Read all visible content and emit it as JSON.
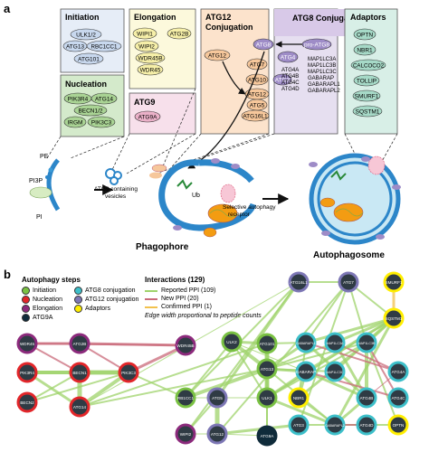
{
  "panel_a": {
    "letter": "a",
    "boxes": {
      "initiation": {
        "title": "Initiation",
        "items": [
          "ULK1/2",
          "ATG13",
          "RBC1CC1",
          "ATG101"
        ],
        "color": "#dfe8f4"
      },
      "nucleation": {
        "title": "Nucleation",
        "items": [
          "PIK3R4",
          "ATG14",
          "BECN1/2",
          "IRGM",
          "PIK3C3"
        ],
        "color": "#cfe6c4"
      },
      "elongation": {
        "title": "Elongation",
        "items": [
          "WIPI1",
          "ATG2B",
          "WIPI2",
          "WDR45B",
          "WDR45"
        ],
        "color": "#fbf7d6"
      },
      "atg9": {
        "title": "ATG9",
        "items": [
          "ATG9A"
        ],
        "color": "#f6dde8"
      },
      "atg12": {
        "title": "ATG12 Conjugation",
        "items": [
          "ATG12",
          "ATG7",
          "ATG10",
          "ATG12",
          "ATG5",
          "ATG16L1"
        ],
        "color": "#fbe0c6"
      },
      "atg8": {
        "title": "ATG8 Conjugation",
        "items": [
          "ATG8",
          "pro-ATG8",
          "ATG4",
          "ATG3"
        ],
        "atg4_list": [
          "ATG4A",
          "ATG4B",
          "ATG4C",
          "ATG4D"
        ],
        "lc3_list": [
          "MAP1LC3A",
          "MAP1LC3B",
          "MAP1LC3C",
          "GABARAP",
          "GABARAPL1",
          "GABARAPL2"
        ],
        "color": "#e5ddef"
      },
      "adaptors": {
        "title": "Adaptors",
        "items": [
          "OPTN",
          "NBR1",
          "CALCOCO2",
          "TOLLIP",
          "SMURF1",
          "SQSTM1"
        ],
        "color": "#d6eee6"
      }
    },
    "labels": {
      "pe": "PE",
      "pi3p": "PI3P",
      "pi": "PI",
      "vesicles": "ATG9 containing vesicles",
      "ub": "Ub",
      "receptor": "Selective autophagy receptor",
      "phagophore": "Phagophore",
      "autophagosome": "Autophagosome"
    }
  },
  "panel_b": {
    "letter": "b",
    "legend": {
      "steps_title": "Autophagy steps",
      "steps": [
        {
          "label": "Initiation",
          "color": "#7ac143"
        },
        {
          "label": "Nucleation",
          "color": "#e2262a"
        },
        {
          "label": "Elongation",
          "color": "#8c2a7c"
        },
        {
          "label": "ATG9A",
          "color": "#0f2b3a"
        },
        {
          "label": "ATG8 conjugation",
          "color": "#3dbfc9"
        },
        {
          "label": "ATG12 conjugation",
          "color": "#7d77b5"
        },
        {
          "label": "Adaptors",
          "color": "#ffee00"
        }
      ],
      "interactions_title": "Interactions (129)",
      "interactions": [
        {
          "label": "Reported PPI (109)",
          "color": "#9fd36b"
        },
        {
          "label": "New PPI (20)",
          "color": "#c96a7a"
        },
        {
          "label": "Confirmed PPI (1)",
          "color": "#f2c14e"
        }
      ],
      "note": "Edge width proportional to peptide counts"
    },
    "nodes": [
      {
        "id": "ATG16L1",
        "label": "ATG16L1",
        "group": "ATG12 conjugation"
      },
      {
        "id": "ATG7",
        "label": "ATG7",
        "group": "ATG12 conjugation"
      },
      {
        "id": "SMURF1",
        "label": "SMURF1",
        "group": "Adaptors"
      },
      {
        "id": "SQSTM1",
        "label": "SQSTM1",
        "group": "Adaptors"
      },
      {
        "id": "WDR45",
        "label": "WDR45",
        "group": "Elongation"
      },
      {
        "id": "ATG2B",
        "label": "ATG2B",
        "group": "Elongation"
      },
      {
        "id": "WDR45B",
        "label": "WDR45B",
        "group": "Elongation"
      },
      {
        "id": "ULK2",
        "label": "ULK2",
        "group": "Initiation"
      },
      {
        "id": "ATG101",
        "label": "ATG101",
        "group": "Initiation"
      },
      {
        "id": "GABARAPL1",
        "label": "GABARAPL1",
        "group": "ATG8 conjugation"
      },
      {
        "id": "MAP1LC3A",
        "label": "MAP1LC3A",
        "group": "ATG8 conjugation"
      },
      {
        "id": "MAP1LC3B",
        "label": "MAP1LC3B",
        "group": "ATG8 conjugation"
      },
      {
        "id": "PIK3R4",
        "label": "PIK3R4",
        "group": "Nucleation"
      },
      {
        "id": "BECN1",
        "label": "BECN1",
        "group": "Nucleation"
      },
      {
        "id": "PIK3C3",
        "label": "PIK3C3",
        "group": "Nucleation"
      },
      {
        "id": "ATG13",
        "label": "ATG13",
        "group": "Initiation"
      },
      {
        "id": "GABARAP",
        "label": "GABARAP",
        "group": "ATG8 conjugation"
      },
      {
        "id": "MAP1LC3C",
        "label": "MAP1LC3C",
        "group": "ATG8 conjugation"
      },
      {
        "id": "ATG4A",
        "label": "ATG4A",
        "group": "ATG8 conjugation"
      },
      {
        "id": "BECN2",
        "label": "BECN2",
        "group": "Nucleation"
      },
      {
        "id": "RB1CC1",
        "label": "RB1CC1",
        "group": "Initiation"
      },
      {
        "id": "ATG5",
        "label": "ATG5",
        "group": "ATG12 conjugation"
      },
      {
        "id": "ULK1",
        "label": "ULK1",
        "group": "Initiation"
      },
      {
        "id": "NBR1",
        "label": "NBR1",
        "group": "Adaptors"
      },
      {
        "id": "ATG4B",
        "label": "ATG4B",
        "group": "ATG8 conjugation"
      },
      {
        "id": "ATG4C",
        "label": "ATG4C",
        "group": "ATG8 conjugation"
      },
      {
        "id": "ATG14",
        "label": "ATG14",
        "group": "Nucleation"
      },
      {
        "id": "ATG3",
        "label": "ATG3",
        "group": "ATG8 conjugation"
      },
      {
        "id": "GABARAPL2",
        "label": "GABARAPL2",
        "group": "ATG8 conjugation"
      },
      {
        "id": "ATG4D",
        "label": "ATG4D",
        "group": "ATG8 conjugation"
      },
      {
        "id": "WIPI2",
        "label": "WIPI2",
        "group": "Elongation"
      },
      {
        "id": "ATG12",
        "label": "ATG12",
        "group": "ATG12 conjugation"
      },
      {
        "id": "ATG9A",
        "label": "ATG9A",
        "group": "ATG9A"
      },
      {
        "id": "OPTN",
        "label": "OPTN",
        "group": "Adaptors"
      }
    ]
  }
}
